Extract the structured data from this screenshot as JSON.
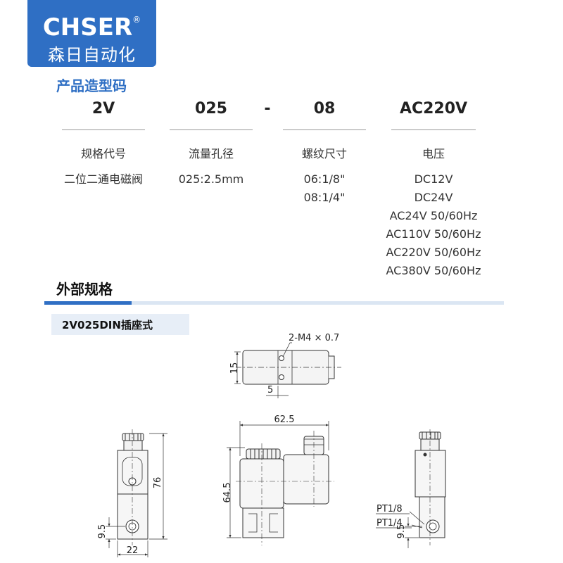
{
  "logo": {
    "brand": "CHSER",
    "mark": "®",
    "chinese": "森日自动化"
  },
  "product_code": {
    "title": "产品造型码",
    "separator": "-",
    "columns": [
      {
        "code": "2V",
        "label": "规格代号",
        "values": [
          "二位二通电磁阀"
        ]
      },
      {
        "code": "025",
        "label": "流量孔径",
        "values": [
          "025:2.5mm"
        ]
      },
      {
        "code": "08",
        "label": "螺纹尺寸",
        "values": [
          "06:1/8\"",
          "08:1/4\""
        ]
      },
      {
        "code": "AC220V",
        "label": "电压",
        "values": [
          "DC12V",
          "DC24V",
          "AC24V 50/60Hz",
          "AC110V 50/60Hz",
          "AC220V 50/60Hz",
          "AC380V 50/60Hz"
        ]
      }
    ]
  },
  "external_spec": {
    "title": "外部规格",
    "model_tag": "2V025DIN插座式"
  },
  "drawing": {
    "top_view": {
      "thread_label": "2-M4 × 0.7",
      "dim_height": "15",
      "dim_offset": "5"
    },
    "side_view": {
      "dim_height": "76",
      "dim_bottom": "9.5",
      "dim_width": "22"
    },
    "front_view": {
      "dim_width": "62.5",
      "dim_height": "64.5"
    },
    "right_view": {
      "port_1": "PT1/8",
      "port_2": "PT1/4",
      "dim_bottom": "9.5"
    }
  }
}
